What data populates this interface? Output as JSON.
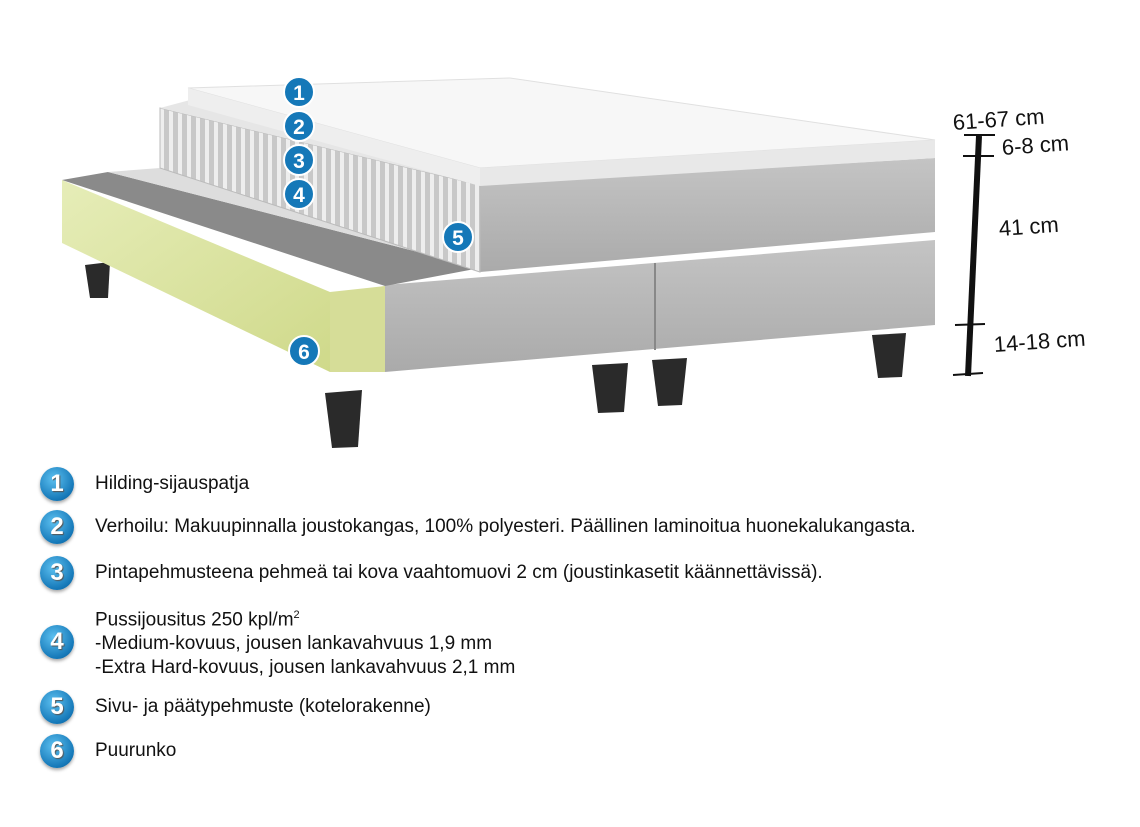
{
  "callouts": [
    "1",
    "2",
    "3",
    "4",
    "5",
    "6"
  ],
  "dimensions": {
    "total": "61-67 cm",
    "topper": "6-8 cm",
    "mattress": "41 cm",
    "base": "14-18 cm"
  },
  "legend": [
    {
      "num": "1",
      "text": "Hilding-sijauspatja"
    },
    {
      "num": "2",
      "text": "Verhoilu: Makuupinnalla joustokangas, 100% polyesteri. Päällinen laminoitua huonekalukangasta."
    },
    {
      "num": "3",
      "text": "Pintapehmusteena pehmeä tai kova vaahtomuovi 2 cm (joustinkasetit käännettävissä)."
    },
    {
      "num": "4",
      "line1": "Pussijousitus 250 kpl/m",
      "sup": "2",
      "line2": "-Medium-kovuus, jousen lankavahvuus 1,9 mm",
      "line3": "-Extra Hard-kovuus, jousen lankavahvuus 2,1 mm"
    },
    {
      "num": "5",
      "text": "Sivu- ja päätypehmuste (kotelorakenne)"
    },
    {
      "num": "6",
      "text": "Puurunko"
    }
  ],
  "colors": {
    "badge": "#1578b8",
    "fabric": "#b9b9b9",
    "frame": "#dfe6a8",
    "leg": "#2a2a2a"
  }
}
